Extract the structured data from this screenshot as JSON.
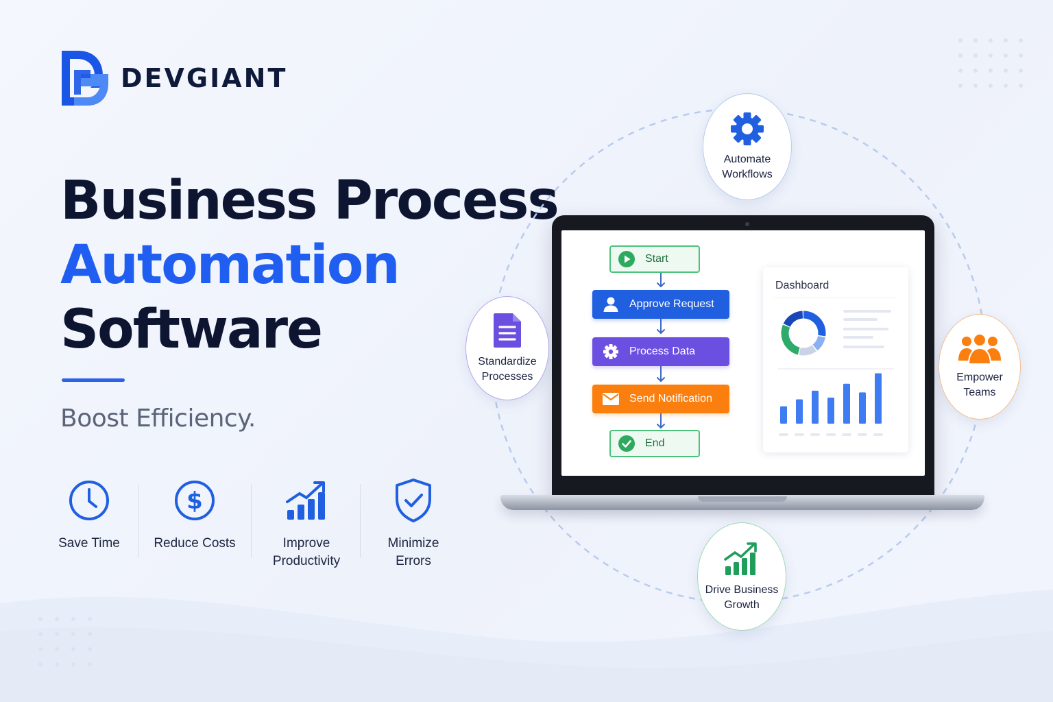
{
  "brand": {
    "name": "DEVGIANT",
    "primary": "#1f5ef0",
    "dark": "#0d1530"
  },
  "headline": {
    "line1": "Business Process",
    "line2": "Automation",
    "line3": "Software"
  },
  "tagline": "Boost Efficiency.",
  "benefits": [
    {
      "label": "Save Time",
      "icon": "clock-icon"
    },
    {
      "label": "Reduce Costs",
      "icon": "dollar-icon"
    },
    {
      "label": "Improve\nProductivity",
      "icon": "growth-chart-icon"
    },
    {
      "label": "Minimize\nErrors",
      "icon": "shield-check-icon"
    }
  ],
  "features": [
    {
      "label": "Automate\nWorkflows",
      "icon": "gear-icon",
      "color": "#1f5fe0"
    },
    {
      "label": "Standardize\nProcesses",
      "icon": "document-icon",
      "color": "#6b4fe0"
    },
    {
      "label": "Empower\nTeams",
      "icon": "team-icon",
      "color": "#fb7f0e"
    },
    {
      "label": "Drive Business\nGrowth",
      "icon": "growth-chart-icon",
      "color": "#1e9e5a"
    }
  ],
  "workflow": {
    "start": "Start",
    "approve": "Approve Request",
    "process": "Process Data",
    "notify": "Send Notification",
    "end": "End"
  },
  "dashboard": {
    "title": "Dashboard",
    "donut": [
      {
        "value": 28,
        "color": "#1f5fe0"
      },
      {
        "value": 12,
        "color": "#8ab0f2"
      },
      {
        "value": 14,
        "color": "#c8d3e6"
      },
      {
        "value": 28,
        "color": "#2eaa6a"
      },
      {
        "value": 18,
        "color": "#1a46b8"
      }
    ],
    "bars": [
      20,
      28,
      38,
      30,
      46,
      36,
      58
    ]
  }
}
